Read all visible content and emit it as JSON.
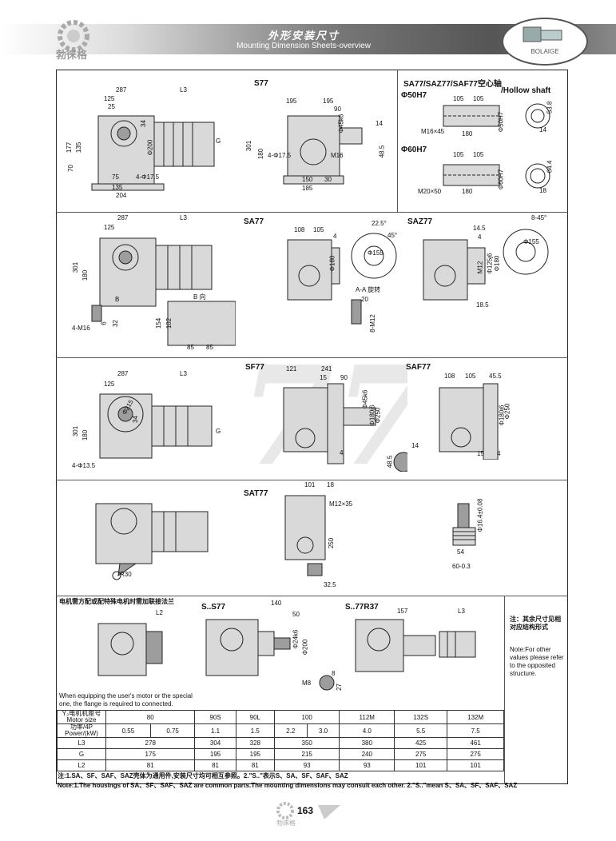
{
  "header": {
    "title_cn": "外形安装尺寸",
    "title_en": "Mounting Dimension Sheets-overview",
    "logo_text": "勃徕格",
    "badge_text": "BOLAIGE"
  },
  "sections": {
    "s77": "S77",
    "hollow": "SA77/SAZ77/SAF77空心轴",
    "hollow_en": "/Hollow shaft",
    "phi50": "Φ50H7",
    "phi60": "Φ60H7",
    "sa77": "SA77",
    "saz77": "SAZ77",
    "sf77": "SF77",
    "saf77": "SAF77",
    "sat77": "SAT77",
    "ss77": "S..S77",
    "s77r37": "S..77R37",
    "b_dir": "B 向",
    "aa_rot": "A-A 旋转"
  },
  "dims": {
    "d287a": "287",
    "l3a": "L3",
    "d125a": "125",
    "d25": "25",
    "d177": "177",
    "d135": "135",
    "d70": "70",
    "d34": "34",
    "phi200": "Φ200",
    "g": "G",
    "d75": "75",
    "phi175": "4-Φ17.5",
    "d135b": "135",
    "d204": "204",
    "d195a": "195",
    "d195b": "195",
    "d90": "90",
    "phi45k6": "Φ45k6",
    "d301": "301",
    "d180": "180",
    "d14": "14",
    "m16": "M16",
    "d485": "48.5",
    "phi175b": "4-Φ17.5",
    "d150": "150",
    "d30": "30",
    "d185": "185",
    "d105a": "105",
    "d105b": "105",
    "m16x45": "M16×45",
    "d180h": "180",
    "phi50h7": "Φ50H7",
    "d538": "53.8",
    "d14b": "14",
    "d105c": "105",
    "d105d": "105",
    "m20x50": "M20×50",
    "d180i": "180",
    "phi60h7": "Φ60H7",
    "d644": "64.4",
    "d18": "18",
    "d287b": "287",
    "l3b": "L3",
    "d125b": "125",
    "d301b": "301",
    "d180b": "180",
    "b": "B",
    "m16b": "4-M16",
    "d6": "6",
    "d32": "32",
    "d154": "154",
    "d102": "102",
    "d85a": "85",
    "d85b": "85",
    "d108": "108",
    "d105e": "105",
    "d4": "4",
    "phi180": "Φ180",
    "d225": "22.5°",
    "d45": "45°",
    "phi155": "Φ155",
    "d20": "20",
    "m12": "8-M12",
    "d145": "14.5",
    "d4b": "4",
    "m12b": "M12",
    "phi125j6": "Φ125j6",
    "phi180b": "Φ180",
    "d185b": "18.5",
    "d845": "8-45°",
    "phi155b": "Φ155",
    "d287c": "287",
    "l3c": "L3",
    "d125c": "125",
    "d301c": "301",
    "d180c": "180",
    "phi215": "Φ215",
    "d34c": "34",
    "g3": "G",
    "phi135": "4-Φ13.5",
    "d121": "121",
    "d241": "241",
    "d15": "15",
    "d90b": "90",
    "phi45k6b": "Φ45k6",
    "phi180j6": "Φ180j6",
    "phi250": "Φ250",
    "d4c": "4",
    "d14c": "14",
    "d485b": "48.5",
    "d108b": "108",
    "d105f": "105",
    "d455": "45.5",
    "phi180j6b": "Φ180j6",
    "phi250b": "Φ250",
    "d15b": "15",
    "d4d": "4",
    "d101": "101",
    "d18b": "18",
    "m12x35": "M12×35",
    "d250": "250",
    "r30": "R30",
    "d325": "32.5",
    "phi164": "Φ16.4±0.08",
    "d54": "54",
    "d60": "60-0.3",
    "l2": "L2",
    "d140": "140",
    "d50": "50",
    "phi24k6": "Φ24k6",
    "phi200b": "Φ200",
    "m8": "M8",
    "d8": "8",
    "d27": "27",
    "d157": "157",
    "l3d": "L3"
  },
  "notes": {
    "flange_cn": "电机需方配或配特殊电机时需加联接法兰",
    "flange_en": "When equipping the user's motor or the special one, the flange is required to connected.",
    "other_cn": "注：其余尺寸见相对应结构形式",
    "other_en": "Note:For other values please refer to the opposited structure."
  },
  "table": {
    "row_headers": [
      "Y₂电机机座号 Motor size",
      "功率/4P Power/(kW)",
      "L3",
      "G",
      "L2"
    ],
    "motor_size": [
      "80",
      "90S",
      "90L",
      "100",
      "112M",
      "132S",
      "132M"
    ],
    "power": [
      "0.55",
      "0.75",
      "1.1",
      "1.5",
      "2.2",
      "3.0",
      "4.0",
      "5.5",
      "7.5"
    ],
    "l3": [
      "278",
      "304",
      "328",
      "350",
      "380",
      "425",
      "461"
    ],
    "g": [
      "175",
      "195",
      "195",
      "215",
      "240",
      "275",
      "275"
    ],
    "l2": [
      "81",
      "81",
      "81",
      "93",
      "93",
      "101",
      "101"
    ]
  },
  "footer": {
    "note_cn": "注:1.SA、SF、SAF、SAZ壳体为通用件,安装尺寸均可相互参照。2.\"S..\"表示S、SA、SF、SAF、SAZ",
    "note_en": "Note:1.The housings of SA、SF、SAF、SAZ are common parts.The mounting dimensions may consult each other. 2.\"S..\"mean S、SA、SF、SAF、SAZ",
    "page": "163",
    "logo_text": "勃徕格"
  }
}
